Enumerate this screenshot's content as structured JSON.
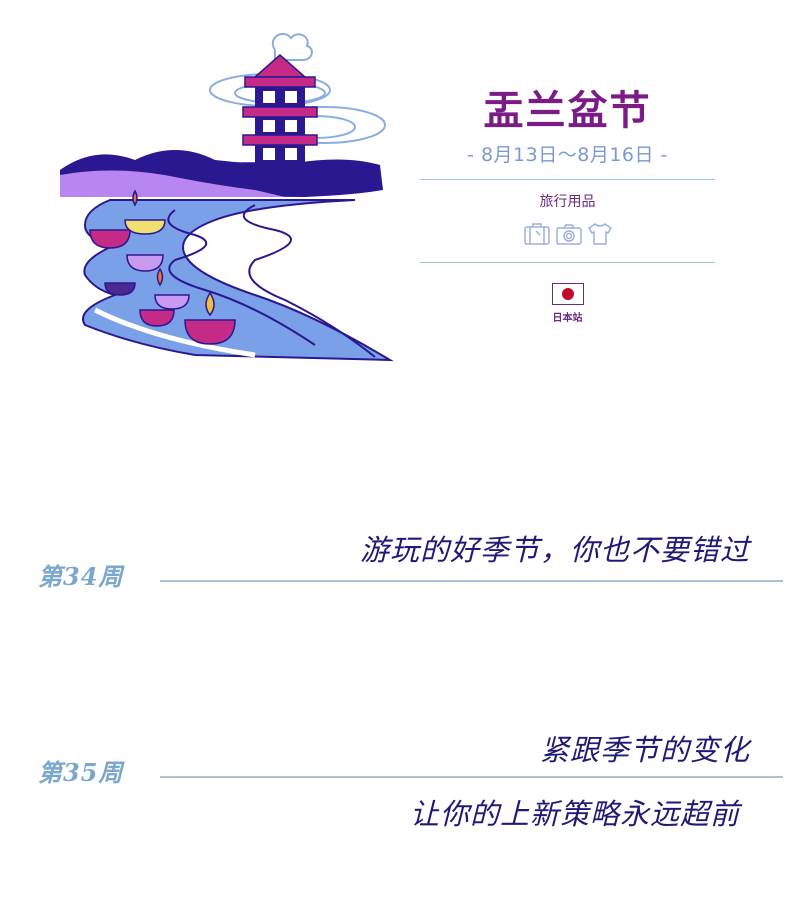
{
  "festival": {
    "title": "盂兰盆节",
    "dates": "- 8月13日～8月16日 -",
    "category": "旅行用品",
    "category_icons": [
      "suitcase-icon",
      "camera-icon",
      "tshirt-icon"
    ],
    "site_label": "日本站",
    "flag": "japan-flag",
    "colors": {
      "title": "#7a1b86",
      "dates": "#7a9ad0",
      "divider": "#8fc8d8",
      "flag_red": "#c2082a"
    }
  },
  "illustration": {
    "description": "pagoda with lanterns floating down river",
    "colors": {
      "pagoda": "#c42a86",
      "mountain_dark": "#2a1890",
      "mountain_light": "#b886f0",
      "river": "#7aa0e8"
    }
  },
  "weeks": [
    {
      "label": "第34周",
      "slogans": [
        "游玩的好季节，你也不要错过"
      ]
    },
    {
      "label": "第35周",
      "slogans": [
        "紧跟季节的变化",
        "让你的上新策略永远超前"
      ]
    }
  ],
  "colors": {
    "week_label": "#7ba7cc",
    "slogan": "#1f1a78",
    "week_line": "#a8c6d2"
  }
}
